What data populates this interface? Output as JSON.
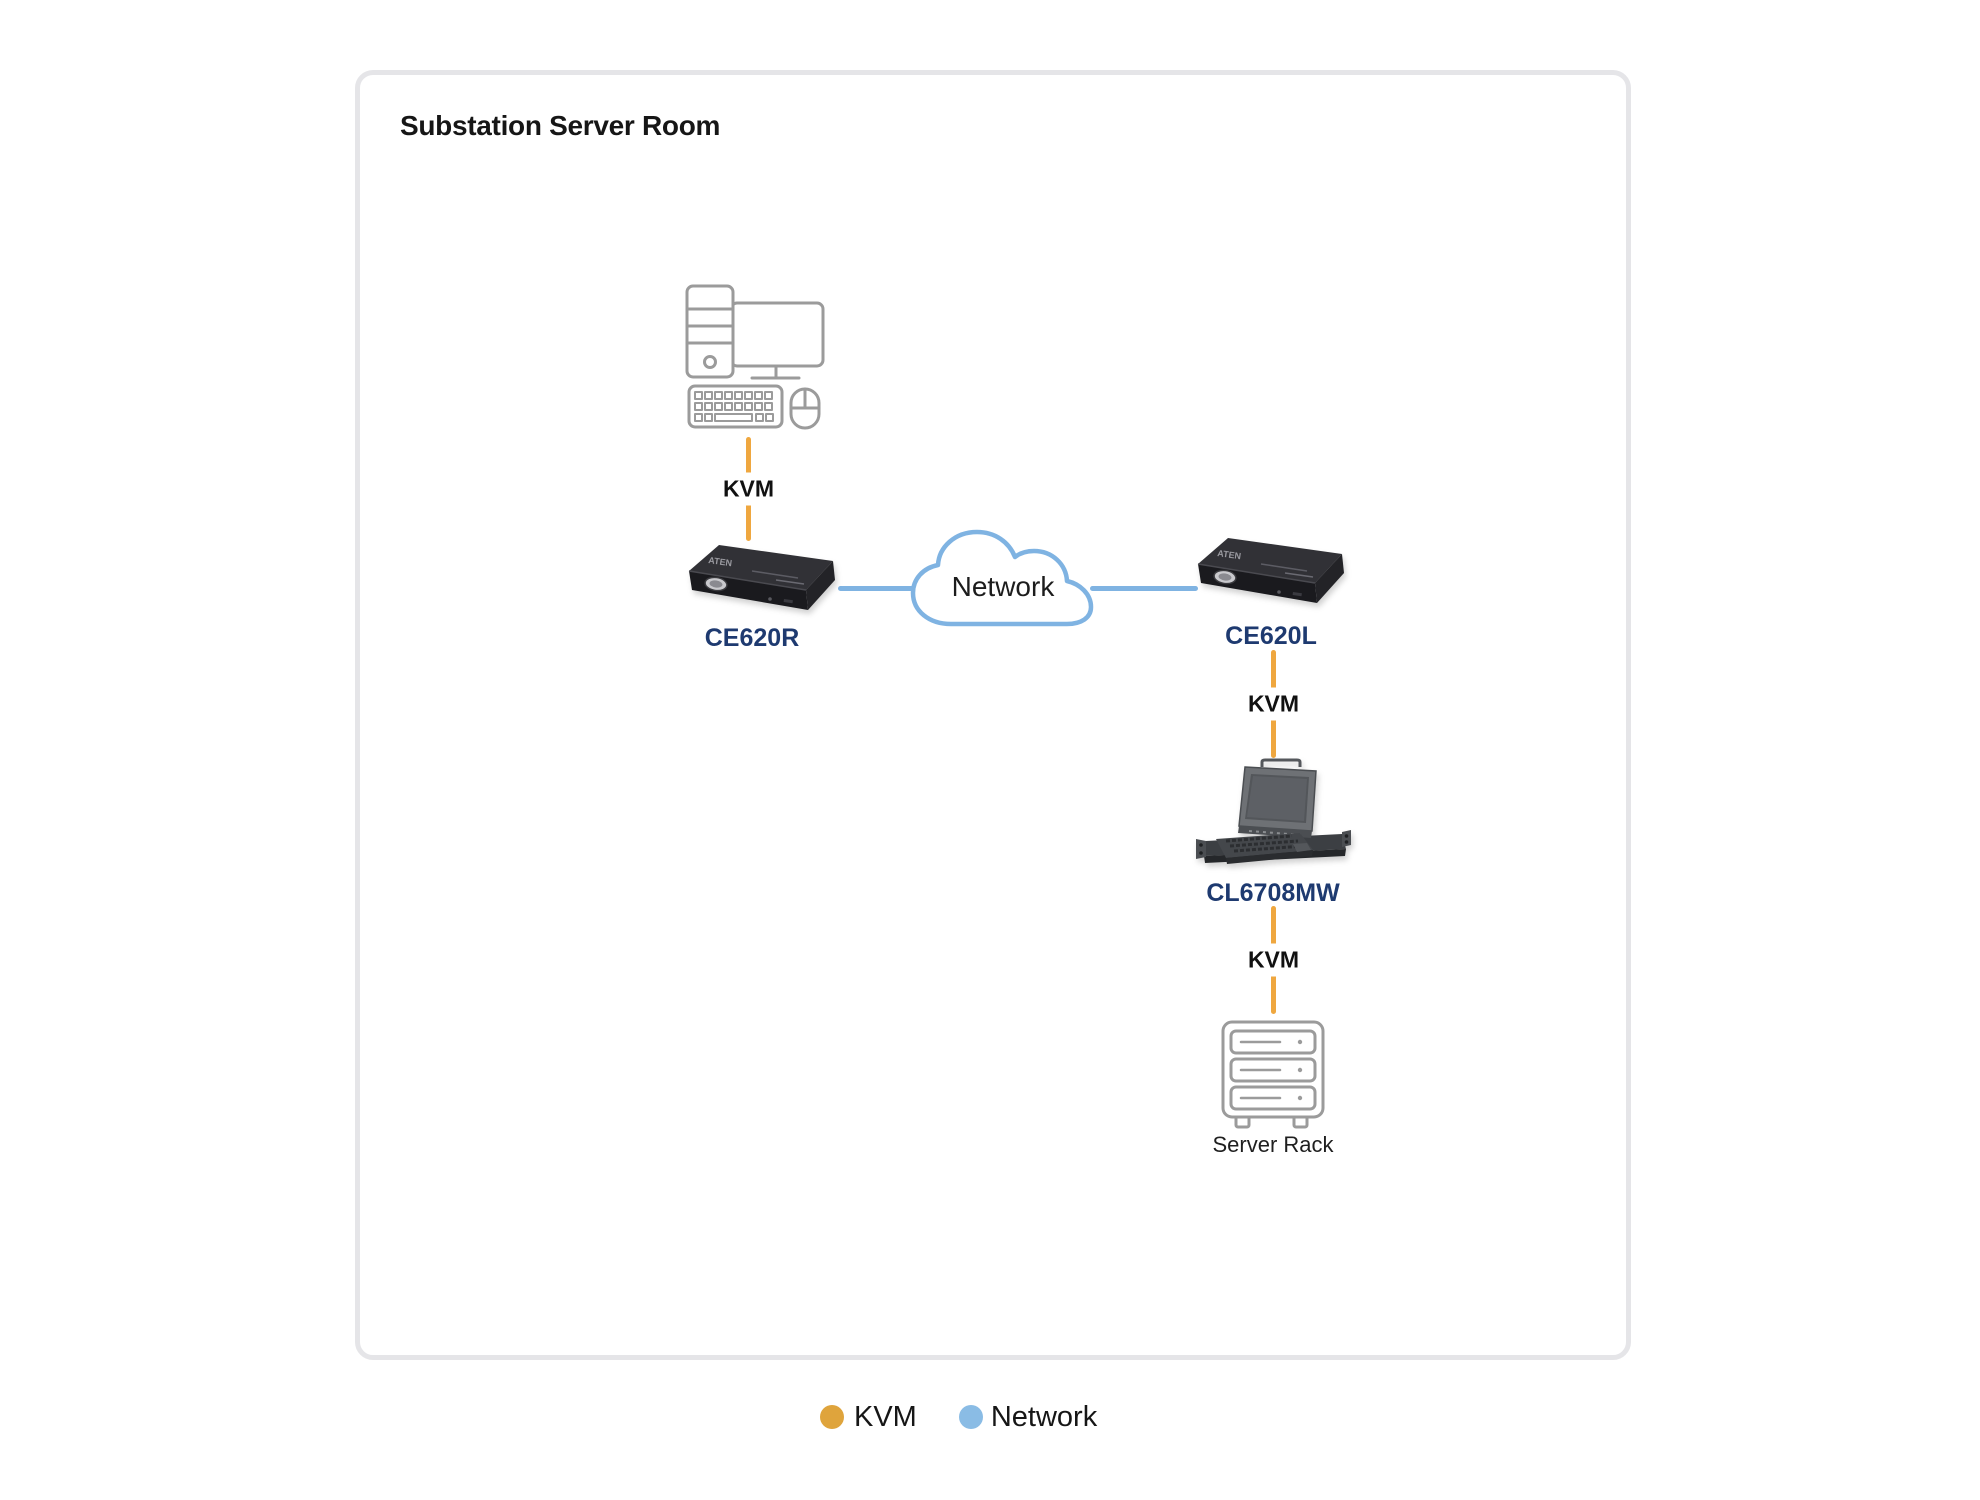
{
  "panel": {
    "title": "Substation Server Room"
  },
  "nodes": {
    "computer": {
      "icon": "computer-workstation-icon"
    },
    "ce620r": {
      "label": "CE620R"
    },
    "cloud": {
      "label": "Network",
      "icon": "network-cloud-icon"
    },
    "ce620l": {
      "label": "CE620L"
    },
    "cl6708mw": {
      "label": "CL6708MW"
    },
    "server_rack": {
      "label": "Server Rack",
      "icon": "server-rack-icon"
    }
  },
  "links": {
    "kvm_top": {
      "label": "KVM"
    },
    "network_left": {},
    "network_right": {},
    "kvm_mid": {
      "label": "KVM"
    },
    "kvm_bottom": {
      "label": "KVM"
    }
  },
  "legend": {
    "items": [
      {
        "label": "KVM",
        "color": "#DFA43C"
      },
      {
        "label": "Network",
        "color": "#8ABCE5"
      }
    ]
  },
  "colors": {
    "kvm": "#EFA73F",
    "network": "#7FB3E2",
    "device_label": "#1E3A70"
  }
}
